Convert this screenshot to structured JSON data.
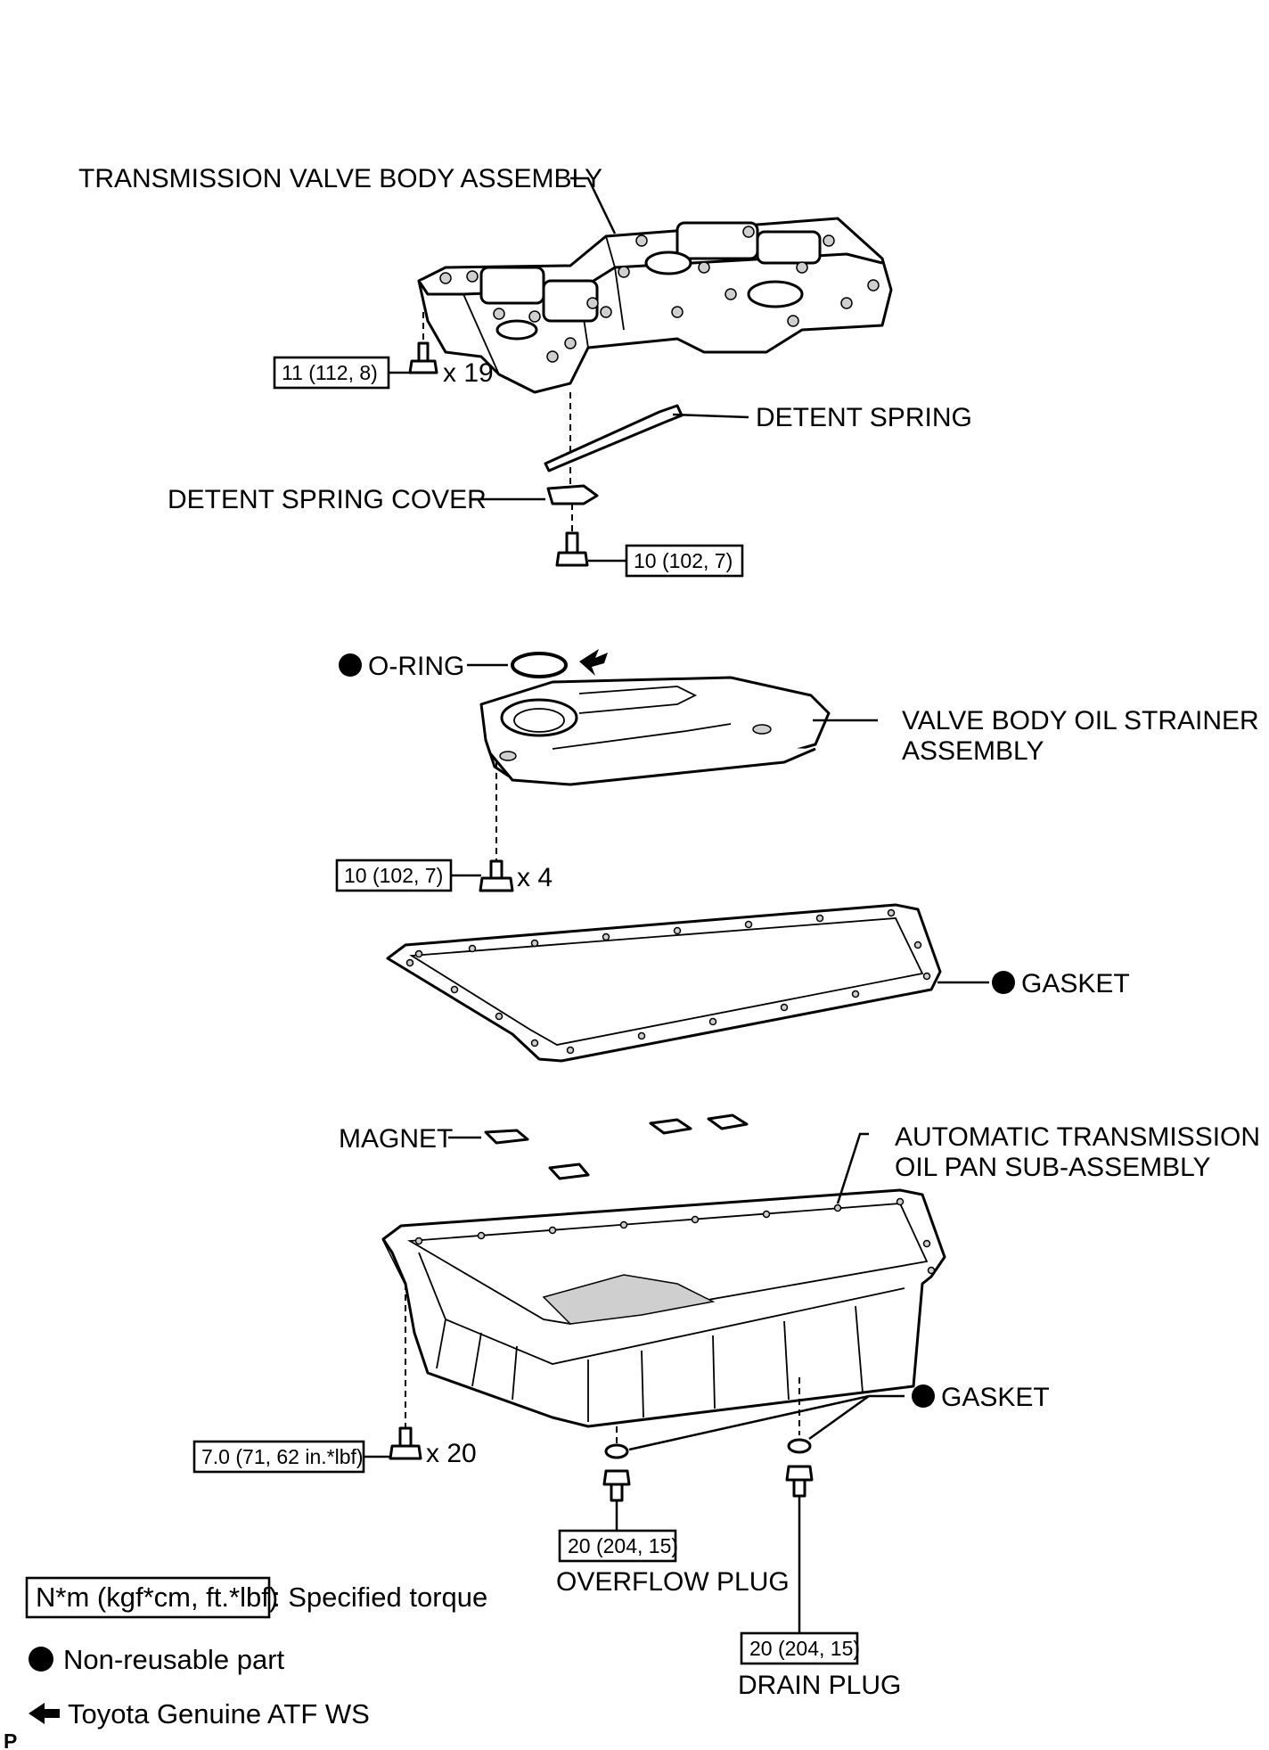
{
  "labels": {
    "valve_body": "TRANSMISSION VALVE BODY ASSEMBLY",
    "detent_spring": "DETENT SPRING",
    "detent_spring_cover": "DETENT SPRING COVER",
    "o_ring": "O-RING",
    "strainer_line1": "VALVE BODY OIL STRAINER",
    "strainer_line2": "ASSEMBLY",
    "gasket_upper": "GASKET",
    "magnet": "MAGNET",
    "oil_pan_line1": "AUTOMATIC TRANSMISSION",
    "oil_pan_line2": "OIL PAN SUB-ASSEMBLY",
    "gasket_lower": "GASKET",
    "overflow_plug": "OVERFLOW PLUG",
    "drain_plug": "DRAIN PLUG"
  },
  "torques": {
    "valve_body_bolts": "11 (112, 8)",
    "detent_cover_bolt": "10 (102, 7)",
    "strainer_bolts": "10 (102, 7)",
    "oil_pan_bolts": "7.0 (71, 62 in.*lbf)",
    "overflow_plug": "20 (204, 15)",
    "drain_plug": "20 (204, 15)"
  },
  "quantities": {
    "valve_body_bolts": "x 19",
    "strainer_bolts": "x 4",
    "oil_pan_bolts": "x 20"
  },
  "legend": {
    "torque_box": "N*m (kgf*cm, ft.*lbf)",
    "torque_text": ": Specified torque",
    "non_reusable": "Non-reusable part",
    "atf": "Toyota Genuine ATF WS"
  },
  "corner_mark": "P"
}
